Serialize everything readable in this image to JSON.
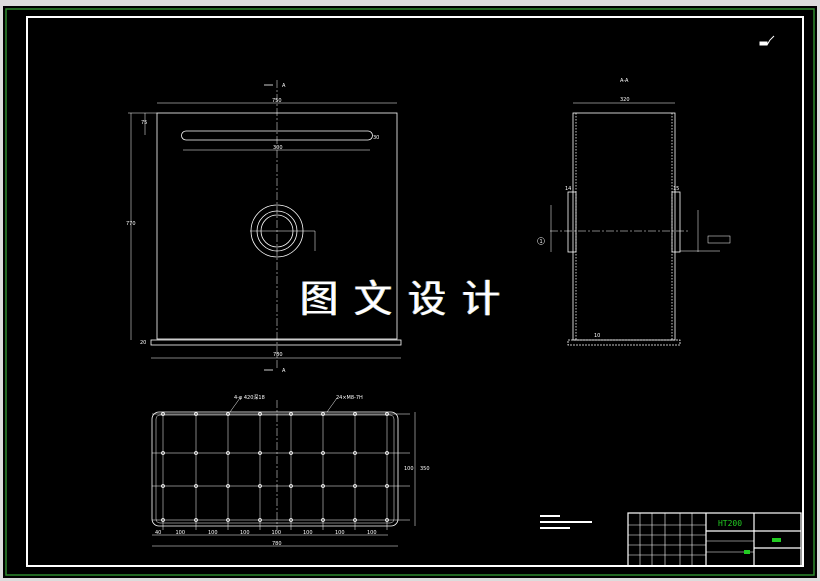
{
  "watermark": "图文设计",
  "front_view": {
    "section_marker": "A",
    "dims": {
      "top_width": "750",
      "slot_offset": "75",
      "slot_length": "300",
      "slot_width": "30",
      "height": "770",
      "base_thickness": "20",
      "base_width": "780"
    }
  },
  "section_view": {
    "title": "A-A",
    "dims": {
      "width": "320",
      "wall": "10",
      "boss_left": "14",
      "boss_right": "15"
    },
    "callout_number": "1"
  },
  "bottom_view": {
    "note_left": "4-φ 420深18",
    "note_right": "24×M8-7H",
    "dims": {
      "edge": "40",
      "pitch": [
        "100",
        "100",
        "100",
        "100",
        "100",
        "100",
        "100",
        "100"
      ],
      "overall_width": "780",
      "overall_height": "350",
      "side_pitch": "100"
    }
  },
  "title_block": {
    "material": "HT200"
  },
  "colors": {
    "frame": "#ffffff",
    "border_green": "#2e8b2e",
    "material_text": "#22cc22",
    "background": "#000000"
  }
}
